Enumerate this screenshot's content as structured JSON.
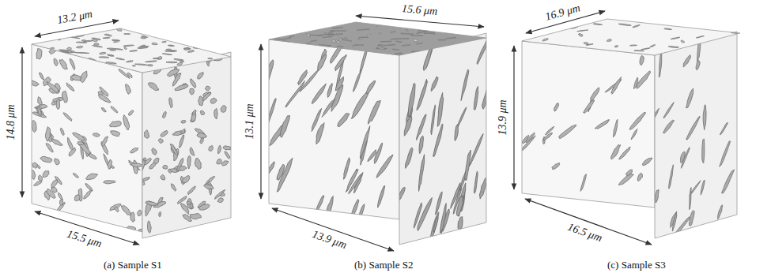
{
  "diagram": {
    "labels": [
      "13.2 μm",
      "14.8 μm",
      "15.5 μm",
      "(a) Sample S1",
      "15.6 μm",
      "13.1 μm",
      "13.9 μm",
      "(b) Sample S2",
      "16.9 μm",
      "13.9 μm",
      "16.5 μm",
      "(c) Sample S3"
    ]
  }
}
